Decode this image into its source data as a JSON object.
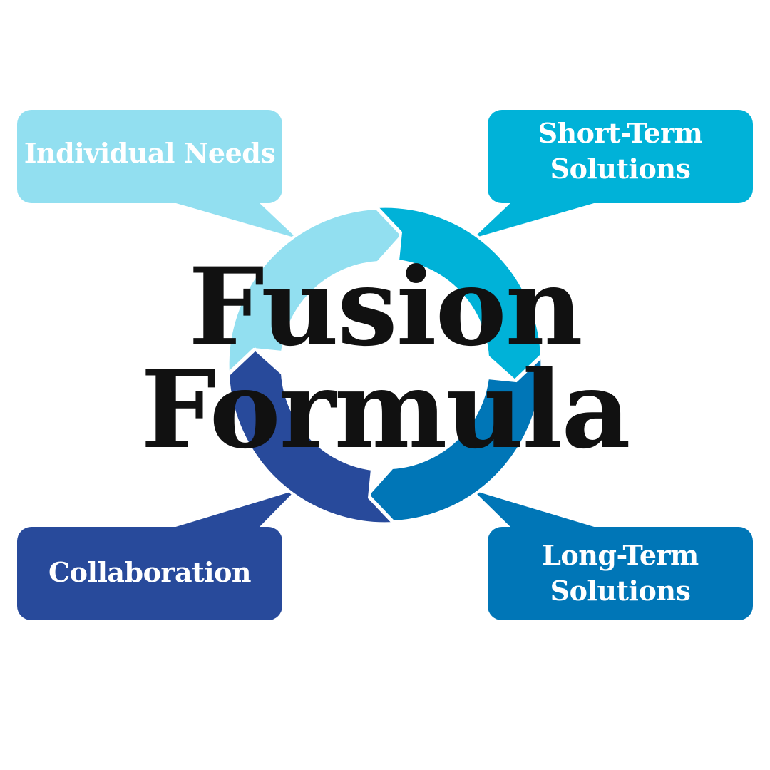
{
  "title": {
    "line1": "Fusion",
    "line2": "Formula"
  },
  "callouts": [
    {
      "key": "individual_needs",
      "label": "Individual Needs",
      "color": "#92DFF0"
    },
    {
      "key": "short_term",
      "label_line1": "Short-Term",
      "label_line2": "Solutions",
      "color": "#00B2D8"
    },
    {
      "key": "collaboration",
      "label": "Collaboration",
      "color": "#284A9B"
    },
    {
      "key": "long_term",
      "label_line1": "Long-Term",
      "label_line2": "Solutions",
      "color": "#0076B7"
    }
  ],
  "cycle": {
    "segment_colors": [
      "#92DFF0",
      "#00B2D8",
      "#0076B7",
      "#284A9B"
    ]
  }
}
